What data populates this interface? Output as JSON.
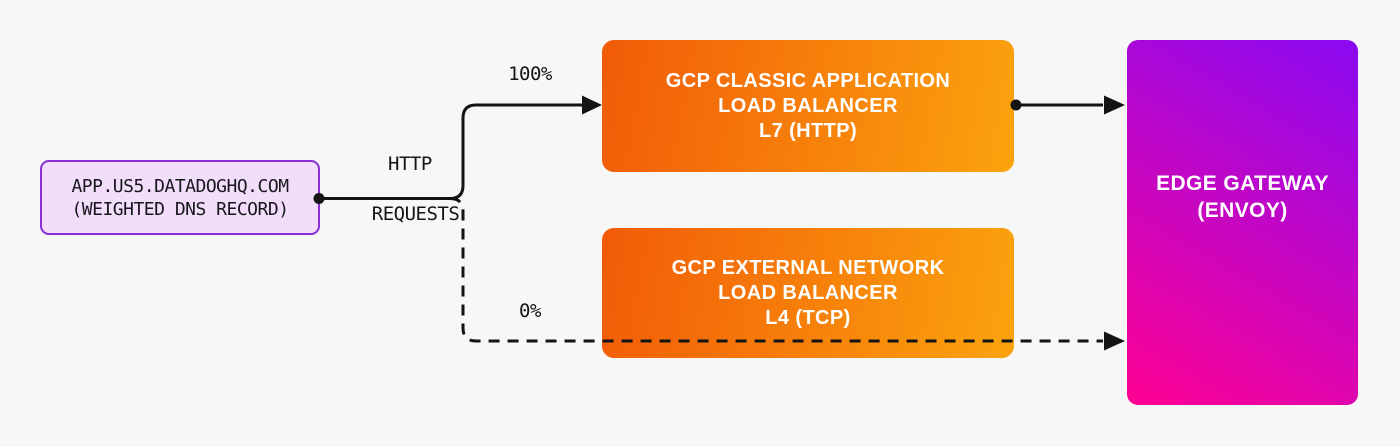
{
  "diagram": {
    "nodes": {
      "dns": {
        "line1": "APP.US5.DATADOGHQ.COM",
        "line2": "(WEIGHTED DNS RECORD)"
      },
      "classic_lb": {
        "line1": "GCP CLASSIC APPLICATION",
        "line2": "LOAD BALANCER",
        "line3": "L7 (HTTP)"
      },
      "network_lb": {
        "line1": "GCP EXTERNAL NETWORK",
        "line2": "LOAD BALANCER",
        "line3": "L4 (TCP)"
      },
      "edge_gateway": {
        "line1": "EDGE GATEWAY",
        "line2": "(ENVOY)"
      }
    },
    "edge_labels": {
      "http_requests_line1": "HTTP",
      "http_requests_line2": "REQUESTS",
      "weight_top": "100%",
      "weight_bottom": "0%"
    }
  },
  "colors": {
    "bg": "#f7f7f7",
    "line": "#141414",
    "dns-fill": "#f2defb",
    "dns-border": "#8b2fd6",
    "dns-text": "#17171c",
    "orange-from": "#f25b08",
    "orange-to": "#fba30d",
    "purple-from": "#8a0af2",
    "purple-to": "#ff0293",
    "node-text": "#ffffff"
  }
}
